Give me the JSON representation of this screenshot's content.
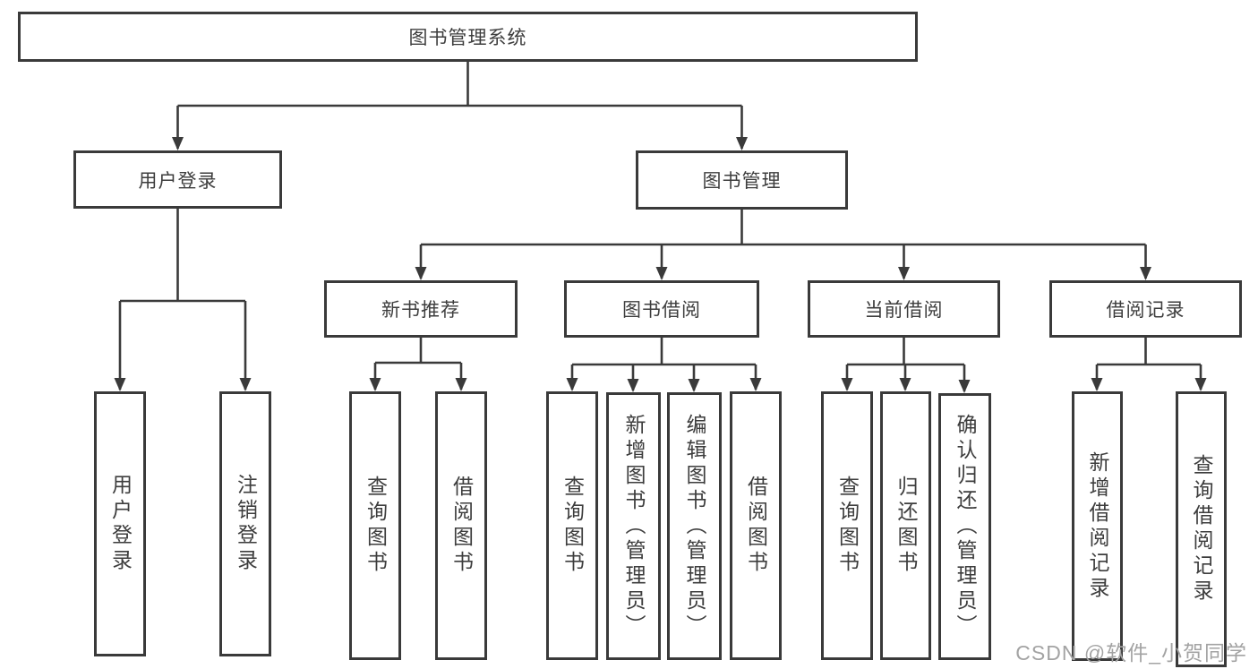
{
  "tree": {
    "root": {
      "label": "图书管理系统"
    },
    "login": {
      "label": "用户登录",
      "children": [
        {
          "label": "用户登录"
        },
        {
          "label": "注销登录"
        }
      ]
    },
    "mgmt": {
      "label": "图书管理",
      "groups": [
        {
          "label": "新书推荐",
          "children": [
            {
              "label": "查询图书"
            },
            {
              "label": "借阅图书"
            }
          ]
        },
        {
          "label": "图书借阅",
          "children": [
            {
              "label": "查询图书"
            },
            {
              "label": "新增图书（管理员）"
            },
            {
              "label": "编辑图书（管理员）"
            },
            {
              "label": "借阅图书"
            }
          ]
        },
        {
          "label": "当前借阅",
          "children": [
            {
              "label": "查询图书"
            },
            {
              "label": "归还图书"
            },
            {
              "label": "确认归还（管理员）"
            }
          ]
        },
        {
          "label": "借阅记录",
          "children": [
            {
              "label": "新增借阅记录"
            },
            {
              "label": "查询借阅记录"
            }
          ]
        }
      ]
    }
  },
  "watermark": {
    "text": "CSDN @软件_小贺同学"
  },
  "colors": {
    "line": "#3a3a3a",
    "text": "#3d3d3d",
    "watermark": "#a3a3a3",
    "background": "#ffffff"
  }
}
